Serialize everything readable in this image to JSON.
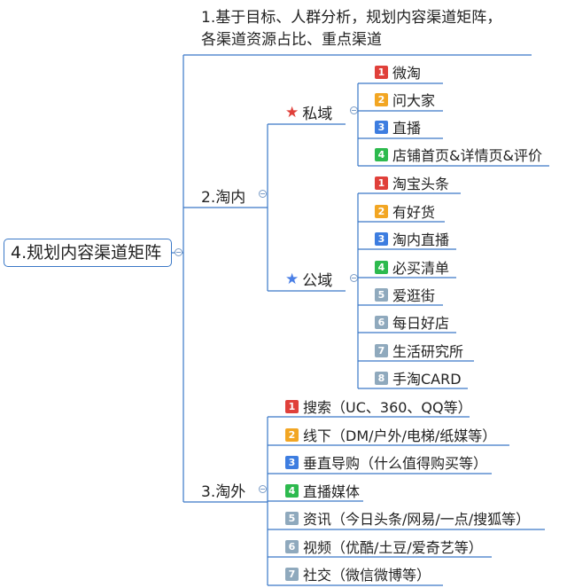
{
  "root": {
    "label": "4.规划内容渠道矩阵"
  },
  "branch1": {
    "label_line1": "1.基于目标、人群分析，规划内容渠道矩阵，",
    "label_line2": "各渠道资源占比、重点渠道"
  },
  "branch2": {
    "label": "2.淘内",
    "private": {
      "label": "私域",
      "star_color": "#e0403a",
      "items": [
        {
          "num": "1",
          "label": "微淘",
          "color": "#e0403a"
        },
        {
          "num": "2",
          "label": "问大家",
          "color": "#f2a623"
        },
        {
          "num": "3",
          "label": "直播",
          "color": "#3d7de0"
        },
        {
          "num": "4",
          "label": "店铺首页&详情页&评价",
          "color": "#2dba4e"
        }
      ]
    },
    "public": {
      "label": "公域",
      "star_color": "#4a7fe6",
      "items": [
        {
          "num": "1",
          "label": "淘宝头条",
          "color": "#e0403a"
        },
        {
          "num": "2",
          "label": "有好货",
          "color": "#f2a623"
        },
        {
          "num": "3",
          "label": "淘内直播",
          "color": "#3d7de0"
        },
        {
          "num": "4",
          "label": "必买清单",
          "color": "#2dba4e"
        },
        {
          "num": "5",
          "label": "爱逛街",
          "color": "#8fa9bd"
        },
        {
          "num": "6",
          "label": "每日好店",
          "color": "#8fa9bd"
        },
        {
          "num": "7",
          "label": "生活研究所",
          "color": "#8fa9bd"
        },
        {
          "num": "8",
          "label": "手淘CARD",
          "color": "#8fa9bd"
        }
      ]
    }
  },
  "branch3": {
    "label": "3.淘外",
    "items": [
      {
        "num": "1",
        "label": "搜索（UC、360、QQ等）",
        "color": "#e0403a"
      },
      {
        "num": "2",
        "label": "线下（DM/户外/电梯/纸媒等）",
        "color": "#f2a623"
      },
      {
        "num": "3",
        "label": "垂直导购（什么值得购买等）",
        "color": "#3d7de0"
      },
      {
        "num": "4",
        "label": "直播媒体",
        "color": "#2dba4e"
      },
      {
        "num": "5",
        "label": "资讯（今日头条/网易/一点/搜狐等）",
        "color": "#8fa9bd"
      },
      {
        "num": "6",
        "label": "视频（优酷/土豆/爱奇艺等）",
        "color": "#8fa9bd"
      },
      {
        "num": "7",
        "label": "社交（微信微博等）",
        "color": "#8fa9bd"
      }
    ]
  },
  "colors": {
    "line": "#3a78c7",
    "toggle": "#7a9cc7"
  }
}
